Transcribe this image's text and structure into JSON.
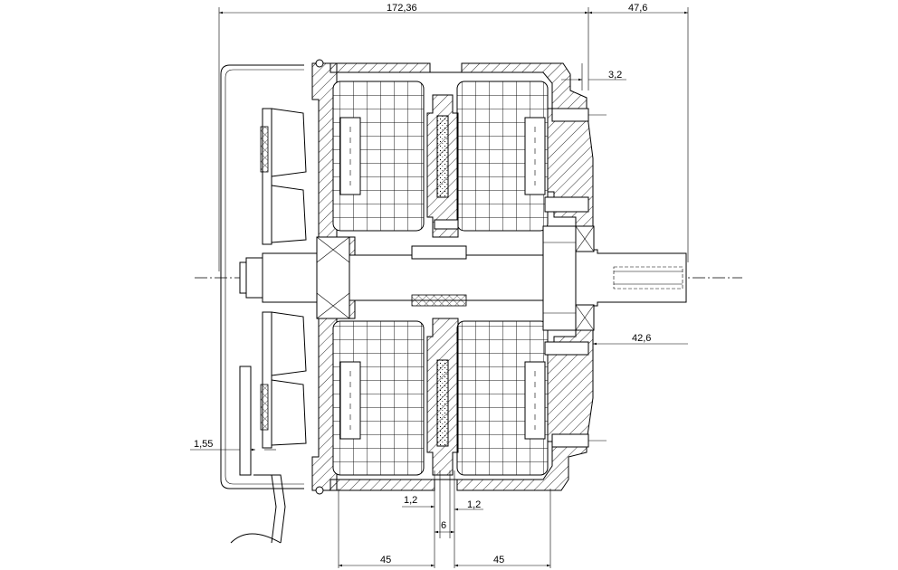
{
  "drawing": {
    "dimensions": {
      "overall_length": "172,36",
      "shaft_extension": "47,6",
      "flange_step": "3,2",
      "bearing_offset": "42,6",
      "plate_gap": "1,55",
      "air_gap_left": "1,2",
      "air_gap_right": "1,2",
      "rotor_width": "6",
      "stator_left_width": "45",
      "stator_right_width": "45"
    }
  }
}
